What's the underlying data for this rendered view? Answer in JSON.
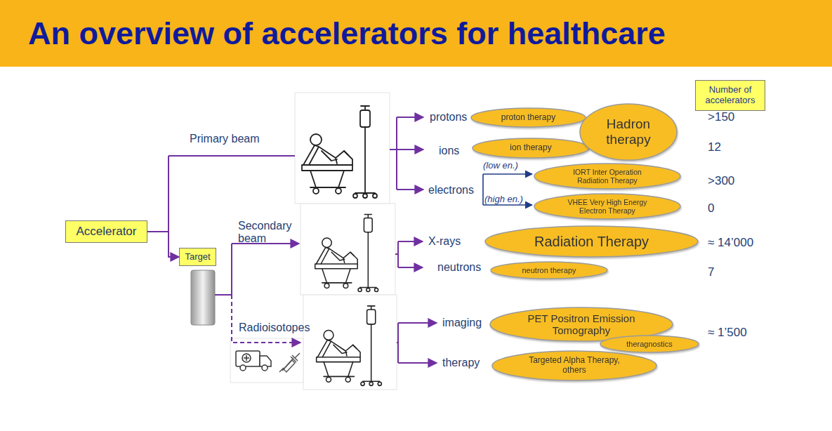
{
  "diagram": {
    "title": "An overview of accelerators for healthcare",
    "nodes": [
      {
        "text": [
          "Accelerator"
        ]
      },
      {
        "text": [
          "Target"
        ]
      },
      {
        "text": [
          "proton therapy"
        ]
      },
      {
        "text": [
          "Hadron therapy"
        ]
      },
      {
        "text": [
          "ion therapy"
        ]
      },
      {
        "text": [
          "IORT Inter Operation Radiation Therapy"
        ]
      },
      {
        "text": [
          "VHEE Very High Energy Electron Therapy"
        ]
      },
      {
        "text": [
          "Radiation Therapy"
        ]
      },
      {
        "text": [
          "neutron therapy"
        ]
      },
      {
        "text": [
          "PET Positron Emission Tomography"
        ]
      },
      {
        "text": [
          "theragnostics"
        ]
      },
      {
        "text": [
          "Targeted Alpha Therapy, others"
        ]
      },
      {
        "text": [
          "Number of accelerators"
        ]
      }
    ],
    "edges": [
      {
        "from": 0,
        "to": 1,
        "arrow": "to"
      }
    ],
    "labels": [
      "Primary beam",
      "Secondary beam",
      "Radioisotopes",
      "protons",
      "ions",
      "(low en.)",
      "electrons",
      "(high en.)",
      "X-rays",
      "neutrons",
      "imaging",
      "therapy",
      ">150",
      "12",
      ">300",
      "0",
      "≈ 14’000",
      "7",
      "≈ 1’500"
    ]
  }
}
